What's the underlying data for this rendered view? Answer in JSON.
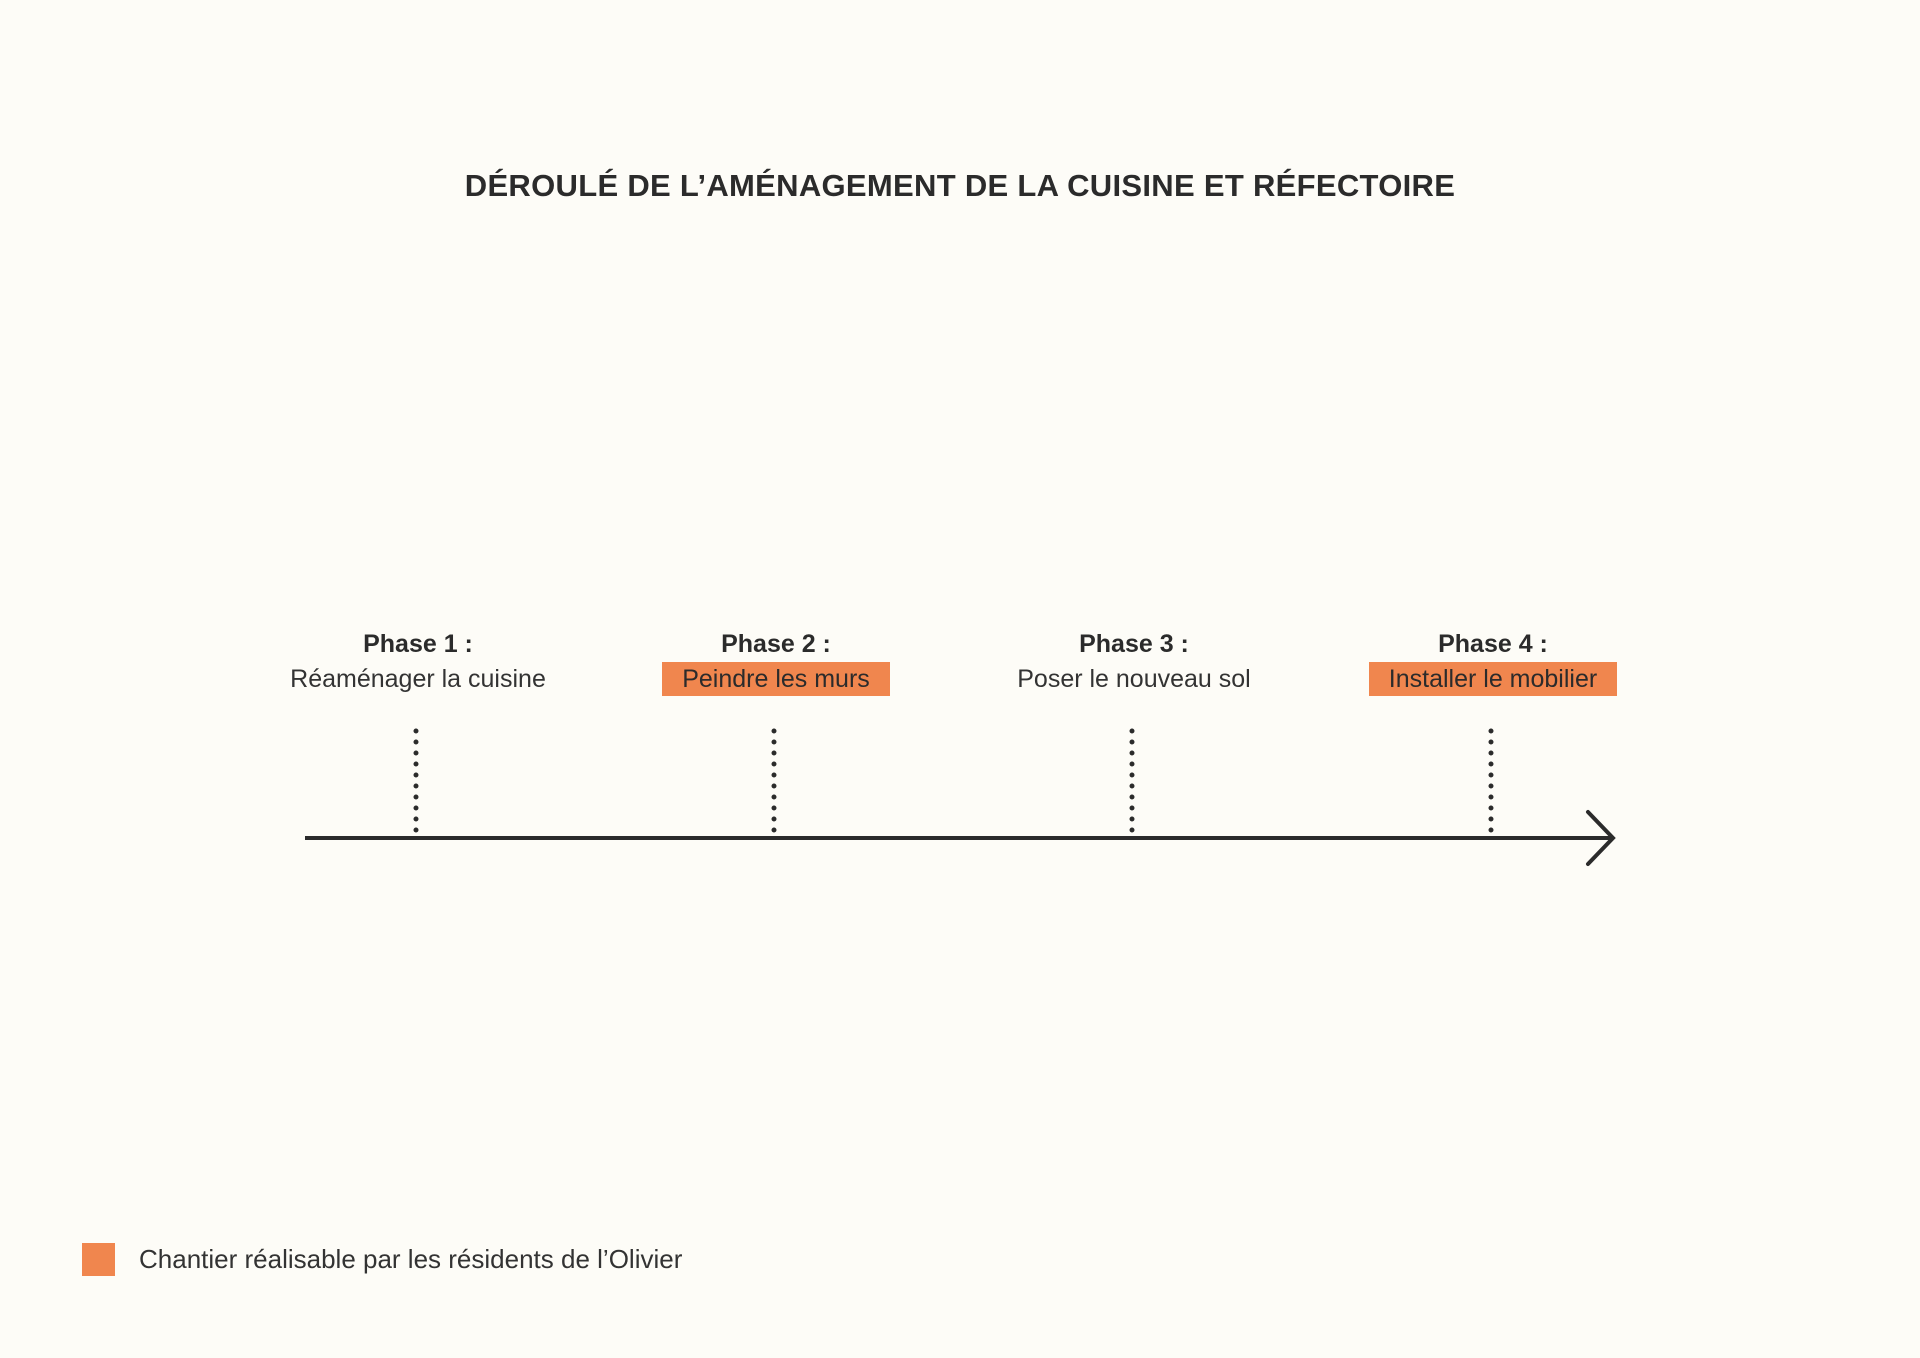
{
  "title": "DÉROULÉ DE L’AMÉNAGEMENT DE LA CUISINE ET RÉFECTOIRE",
  "colors": {
    "accent": "#f0864e",
    "ink": "#2b2b2b",
    "background": "#fdfcf7"
  },
  "phases": [
    {
      "heading": "Phase 1 :",
      "task": "Réaménager la cuisine",
      "highlighted": false
    },
    {
      "heading": "Phase 2 :",
      "task": "Peindre les murs",
      "highlighted": true
    },
    {
      "heading": "Phase 3 :",
      "task": "Poser le nouveau sol",
      "highlighted": false
    },
    {
      "heading": "Phase 4 :",
      "task": "Installer le mobilier",
      "highlighted": true
    }
  ],
  "timeline": {
    "arrow_icon": "arrow-right-icon"
  },
  "legend": {
    "label": "Chantier réalisable par les résidents de l’Olivier"
  }
}
